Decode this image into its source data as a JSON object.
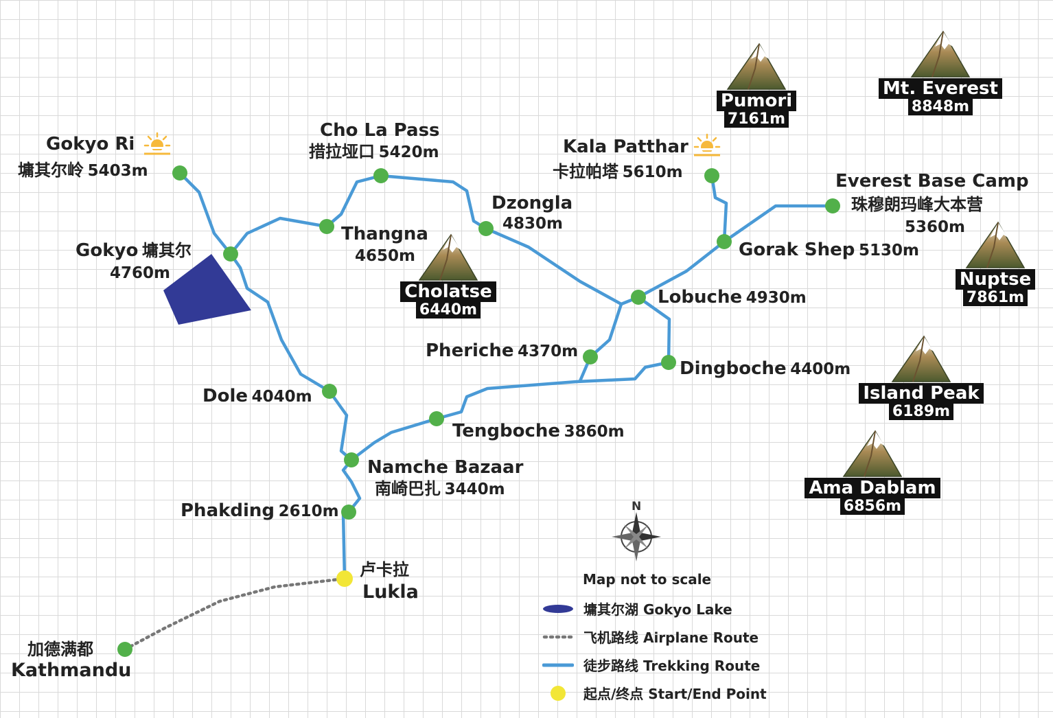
{
  "colors": {
    "route": "#4a9ad6",
    "waypoint": "#52b04a",
    "start_end": "#f2e637",
    "lake": "#323a96",
    "airplane_route": "#777777",
    "label_bg": "#111111"
  },
  "waypoints": [
    {
      "id": "gokyo-ri",
      "en": "Gokyo Ri",
      "zh": "墉其尔岭",
      "elev": "5403m",
      "sun_icon": "sun-icon"
    },
    {
      "id": "gokyo",
      "en": "Gokyo",
      "zh": "墉其尔",
      "elev": "4760m"
    },
    {
      "id": "thangna",
      "en": "Thangna",
      "elev": "4650m"
    },
    {
      "id": "cho-la-pass",
      "en": "Cho La Pass",
      "zh": "措拉垭口",
      "elev": "5420m"
    },
    {
      "id": "dzongla",
      "en": "Dzongla",
      "elev": "4830m"
    },
    {
      "id": "kala-patthar",
      "en": "Kala Patthar",
      "zh": "卡拉帕塔",
      "elev": "5610m",
      "sun_icon": "sun-icon"
    },
    {
      "id": "everest-base-camp",
      "en": "Everest Base Camp",
      "zh": "珠穆朗玛峰大本营",
      "elev": "5360m"
    },
    {
      "id": "gorak-shep",
      "en": "Gorak Shep",
      "elev": "5130m"
    },
    {
      "id": "lobuche",
      "en": "Lobuche",
      "elev": "4930m"
    },
    {
      "id": "pheriche",
      "en": "Pheriche",
      "elev": "4370m"
    },
    {
      "id": "dingboche",
      "en": "Dingboche",
      "elev": "4400m"
    },
    {
      "id": "dole",
      "en": "Dole",
      "elev": "4040m"
    },
    {
      "id": "tengboche",
      "en": "Tengboche",
      "elev": "3860m"
    },
    {
      "id": "namche-bazaar",
      "en": "Namche Bazaar",
      "zh": "南崎巴扎",
      "elev": "3440m"
    },
    {
      "id": "phakding",
      "en": "Phakding",
      "elev": "2610m"
    },
    {
      "id": "lukla",
      "en": "Lukla",
      "zh": "卢卡拉"
    },
    {
      "id": "kathmandu",
      "en": "Kathmandu",
      "zh": "加德满都"
    }
  ],
  "peaks": [
    {
      "id": "pumori",
      "name": "Pumori",
      "elev": "7161m",
      "icon": "mountain-icon"
    },
    {
      "id": "mt-everest",
      "name": "Mt. Everest",
      "elev": "8848m",
      "icon": "mountain-icon"
    },
    {
      "id": "cholatse",
      "name": "Cholatse",
      "elev": "6440m",
      "icon": "mountain-icon"
    },
    {
      "id": "nuptse",
      "name": "Nuptse",
      "elev": "7861m",
      "icon": "mountain-icon"
    },
    {
      "id": "island-peak",
      "name": "Island Peak",
      "elev": "6189m",
      "icon": "mountain-icon"
    },
    {
      "id": "ama-dablam",
      "name": "Ama Dablam",
      "elev": "6856m",
      "icon": "mountain-icon"
    }
  ],
  "compass": {
    "north_label": "N",
    "icon": "compass-rose-icon"
  },
  "note": "Map not to scale",
  "legend": [
    {
      "symbol": "lake-swatch",
      "label": "墉其尔湖 Gokyo Lake"
    },
    {
      "symbol": "dotted-line",
      "label": "飞机路线 Airplane Route"
    },
    {
      "symbol": "solid-line",
      "label": "徒步路线 Trekking Route"
    },
    {
      "symbol": "yellow-dot",
      "label": "起点/终点 Start/End Point"
    }
  ]
}
